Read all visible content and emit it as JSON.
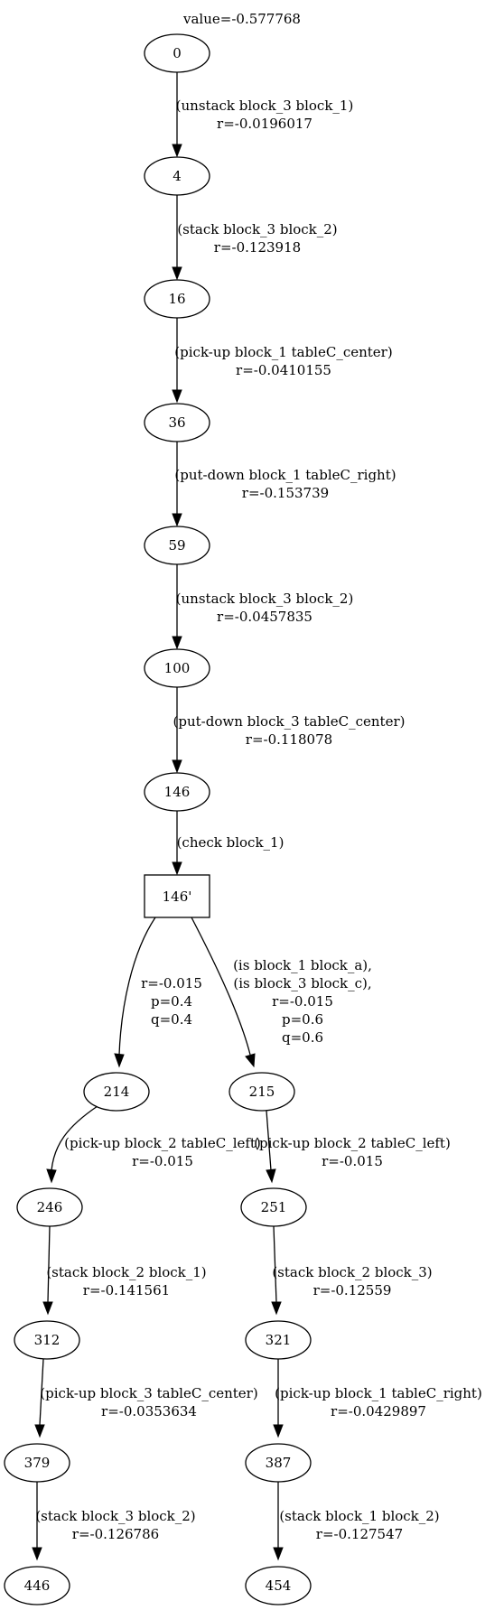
{
  "graph": {
    "title": "value=-0.577768",
    "nodes": {
      "n0": "0",
      "n4": "4",
      "n16": "16",
      "n36": "36",
      "n59": "59",
      "n100": "100",
      "n146": "146",
      "n146p": "146'",
      "n214": "214",
      "n215": "215",
      "n246": "246",
      "n251": "251",
      "n312": "312",
      "n321": "321",
      "n379": "379",
      "n387": "387",
      "n446": "446",
      "n454": "454"
    },
    "edges": {
      "e0_4": {
        "line1": "(unstack block_3 block_1)",
        "line2": "r=-0.0196017"
      },
      "e4_16": {
        "line1": "(stack block_3 block_2)",
        "line2": "r=-0.123918"
      },
      "e16_36": {
        "line1": "(pick-up block_1 tableC_center)",
        "line2": "r=-0.0410155"
      },
      "e36_59": {
        "line1": "(put-down block_1 tableC_right)",
        "line2": "r=-0.153739"
      },
      "e59_100": {
        "line1": "(unstack block_3 block_2)",
        "line2": "r=-0.0457835"
      },
      "e100_146": {
        "line1": "(put-down block_3 tableC_center)",
        "line2": "r=-0.118078"
      },
      "e146_146p": {
        "line1": "(check block_1)"
      },
      "e146p_214": {
        "line1": "r=-0.015",
        "line2": "p=0.4",
        "line3": "q=0.4"
      },
      "e146p_215": {
        "line1": "(is block_1 block_a),",
        "line2": "(is block_3 block_c),",
        "line3": "r=-0.015",
        "line4": "p=0.6",
        "line5": "q=0.6"
      },
      "e214_246": {
        "line1": "(pick-up block_2 tableC_left)",
        "line2": "r=-0.015"
      },
      "e215_251": {
        "line1": "(pick-up block_2 tableC_left)",
        "line2": "r=-0.015"
      },
      "e246_312": {
        "line1": "(stack block_2 block_1)",
        "line2": "r=-0.141561"
      },
      "e251_321": {
        "line1": "(stack block_2 block_3)",
        "line2": "r=-0.12559"
      },
      "e312_379": {
        "line1": "(pick-up block_3 tableC_center)",
        "line2": "r=-0.0353634"
      },
      "e321_387": {
        "line1": "(pick-up block_1 tableC_right)",
        "line2": "r=-0.0429897"
      },
      "e379_446": {
        "line1": "(stack block_3 block_2)",
        "line2": "r=-0.126786"
      },
      "e387_454": {
        "line1": "(stack block_1 block_2)",
        "line2": "r=-0.127547"
      }
    }
  }
}
